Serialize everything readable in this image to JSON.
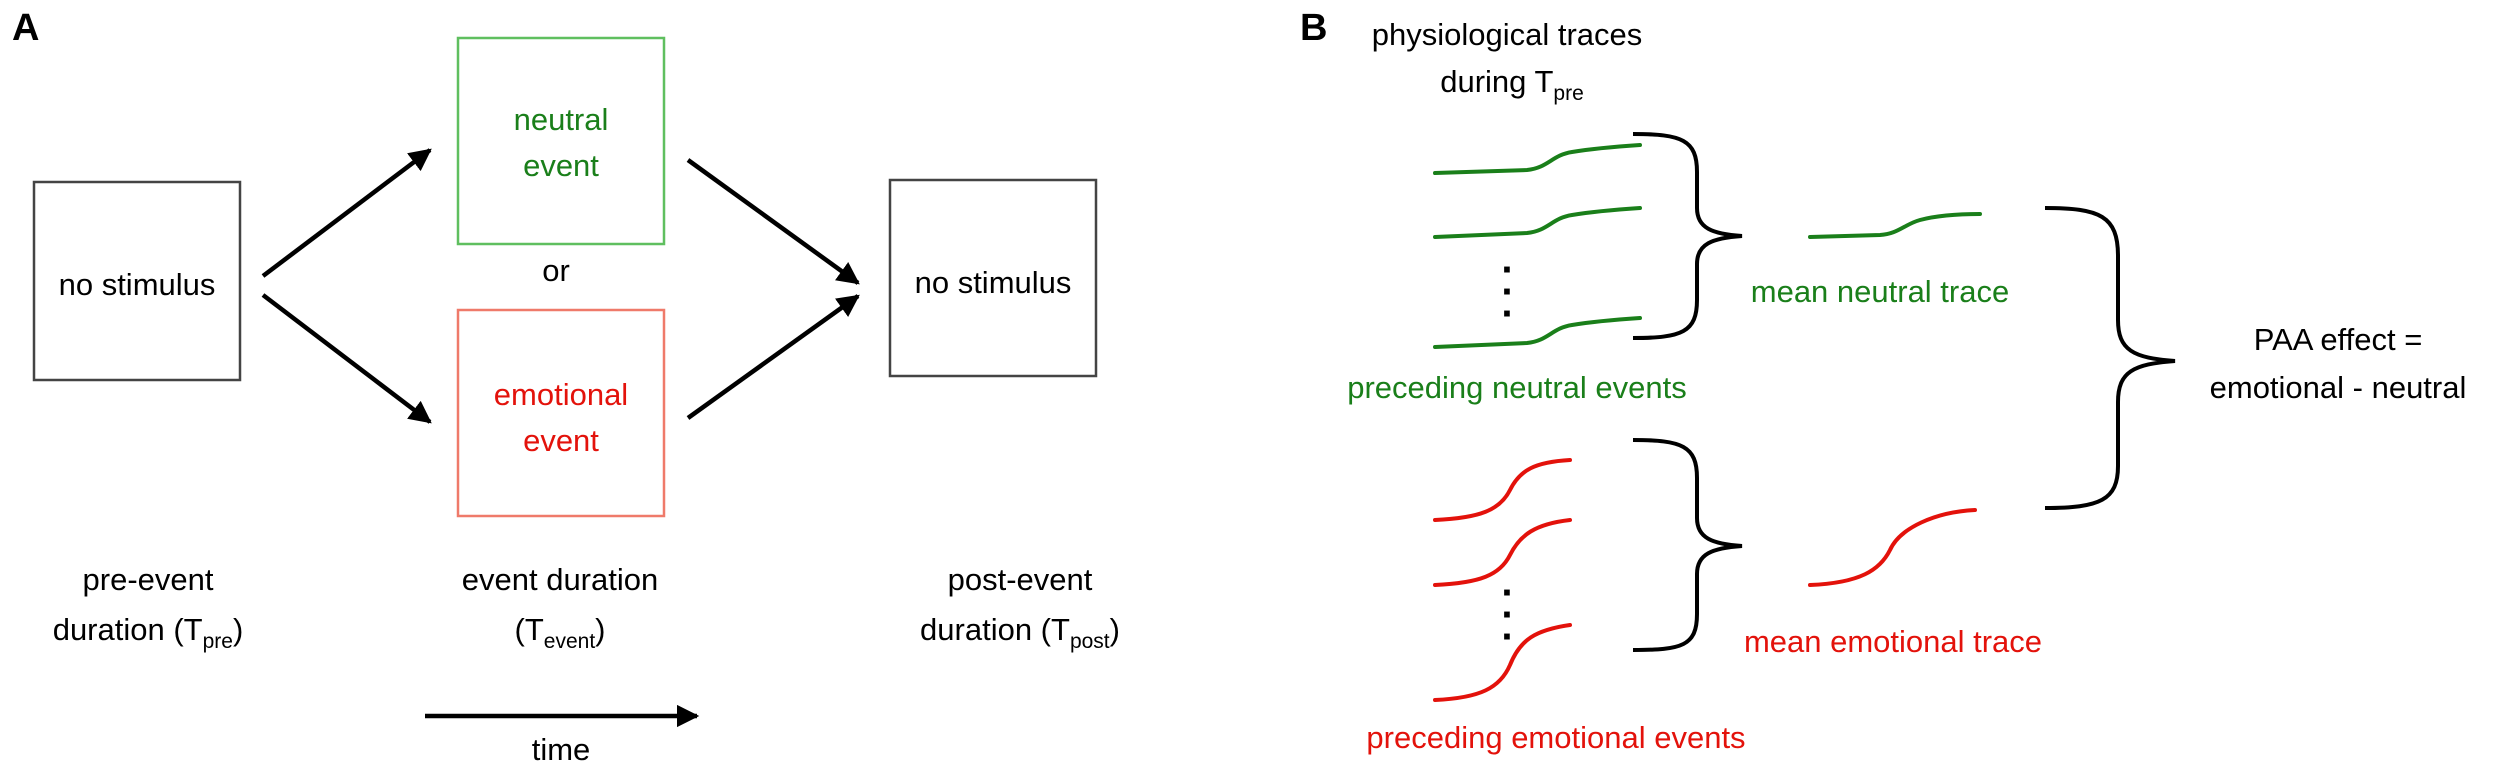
{
  "colors": {
    "neutral": "#1a7f1a",
    "emotional": "#e3120b",
    "neutral_box_border": "#5fbf5f",
    "emotional_box_border": "#ef7a6a",
    "ink": "#000000",
    "box_border": "#444444"
  },
  "panel_a": {
    "label": "A",
    "box_pre": "no stimulus",
    "box_post": "no stimulus",
    "neutral_line1": "neutral",
    "neutral_line2": "event",
    "or": "or",
    "emotional_line1": "emotional",
    "emotional_line2": "event",
    "pre_line1": "pre-event",
    "pre_line2": "duration (T",
    "pre_sub": "pre",
    "pre_close": ")",
    "event_line1": "event duration",
    "event_open": "(T",
    "event_sub": "event",
    "event_close": ")",
    "post_line1": "post-event",
    "post_line2": "duration (T",
    "post_sub": "post",
    "post_close": ")",
    "time": "time"
  },
  "panel_b": {
    "label": "B",
    "title_line1": "physiological traces",
    "title_line2": "during T",
    "title_sub": "pre",
    "neutral_group": "preceding neutral events",
    "emotional_group": "preceding emotional events",
    "mean_neutral": "mean neutral trace",
    "mean_emotional": "mean emotional trace",
    "ellipsis": "·",
    "effect_line1": "PAA effect =",
    "effect_line2": "emotional - neutral"
  }
}
